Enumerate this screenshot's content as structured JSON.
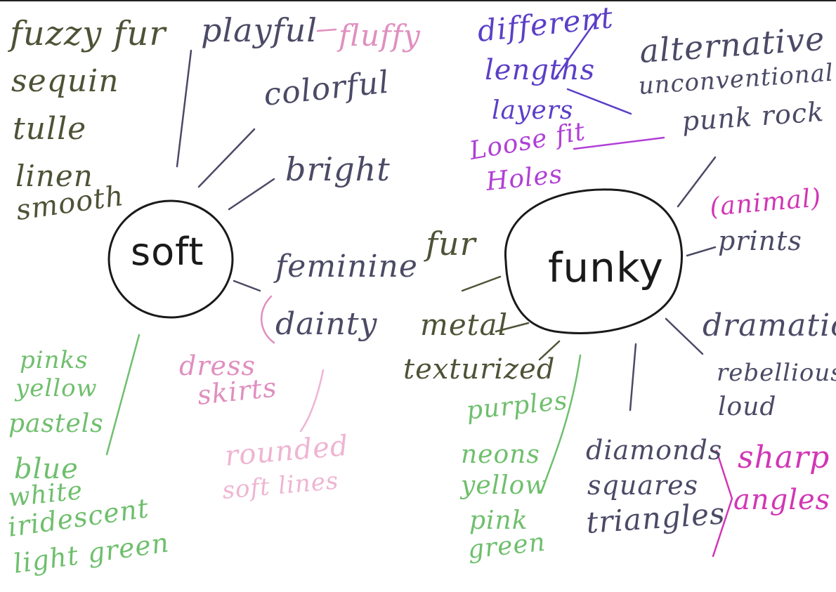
{
  "colors": {
    "olive": "#4d5336",
    "slate": "#4b4a66",
    "pink": "#e08fbf",
    "lightpink": "#eeb5d2",
    "magenta": "#d136b5",
    "violet": "#b13fd6",
    "indigo": "#5b3fc7",
    "green": "#6fbf6d",
    "ink": "#1a1a1a"
  },
  "soft": {
    "hub": "soft",
    "materials": [
      "fuzzy fur",
      "sequin",
      "tulle",
      "linen",
      "smooth"
    ],
    "traits": {
      "playful": "playful",
      "fluffy": "fluffy",
      "colorful": "colorful",
      "bright": "bright",
      "feminine": "feminine",
      "dainty": "dainty"
    },
    "dress": [
      "dress",
      "skirts"
    ],
    "rounded": [
      "rounded",
      "soft lines"
    ],
    "colors_list": [
      "pinks",
      "yellow",
      "pastels",
      "blue",
      "white",
      "iridescent",
      "light green"
    ]
  },
  "funky": {
    "hub": "funky",
    "cut": [
      "different",
      "lengths",
      "layers"
    ],
    "fit": [
      "Loose fit",
      "Holes"
    ],
    "style": [
      "alternative",
      "unconventional",
      "punk rock"
    ],
    "prints": [
      "(animal)",
      "prints"
    ],
    "mood": [
      "dramatic",
      "rebellious",
      "loud"
    ],
    "shapes": [
      "diamonds",
      "squares",
      "triangles"
    ],
    "sharp": [
      "sharp",
      "angles"
    ],
    "textures": [
      "fur",
      "metal",
      "texturized"
    ],
    "colors_list": [
      "purples",
      "neons",
      "yellow",
      "pink",
      "green"
    ]
  }
}
